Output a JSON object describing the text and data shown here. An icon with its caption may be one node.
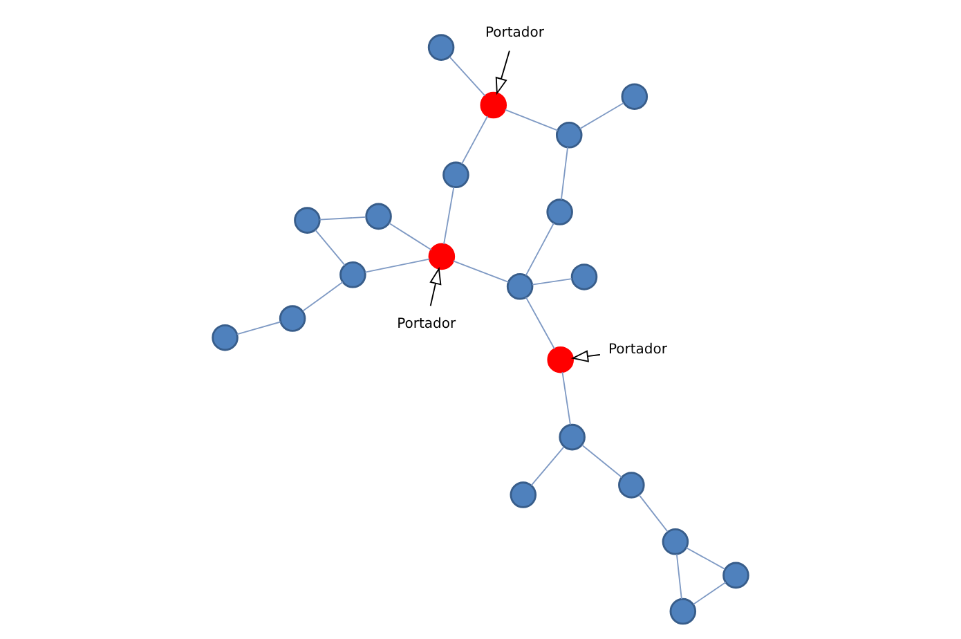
{
  "diagram": {
    "nodes": [
      {
        "text": [],
        "shape": "circle"
      },
      {
        "text": [],
        "shape": "circle"
      },
      {
        "text": [],
        "shape": "circle"
      },
      {
        "text": [],
        "shape": "circle"
      },
      {
        "text": [],
        "shape": "circle"
      },
      {
        "text": [],
        "shape": "circle"
      },
      {
        "text": [],
        "shape": "circle"
      },
      {
        "text": [],
        "shape": "circle"
      },
      {
        "text": [],
        "shape": "circle"
      },
      {
        "text": [],
        "shape": "circle"
      },
      {
        "text": [],
        "shape": "circle"
      },
      {
        "text": [],
        "shape": "circle"
      },
      {
        "text": [
          "Portador"
        ]
      },
      {
        "text": [],
        "shape": "circle"
      },
      {
        "text": [],
        "shape": "circle"
      },
      {
        "text": [],
        "shape": "circle"
      },
      {
        "text": [
          "Portador"
        ]
      },
      {
        "text": [],
        "shape": "circle"
      },
      {
        "text": [],
        "shape": "circle"
      },
      {
        "text": [],
        "shape": "circle"
      },
      {
        "text": [],
        "shape": "circle"
      },
      {
        "text": [],
        "shape": "circle"
      },
      {
        "text": [],
        "shape": "circle"
      },
      {
        "text": [
          "Portador"
        ]
      }
    ],
    "edges": [
      {
        "from": 0,
        "to": 6,
        "arrow": "none"
      },
      {
        "from": 0,
        "to": 11,
        "arrow": "none"
      },
      {
        "from": 1,
        "to": 7,
        "arrow": "none"
      },
      {
        "from": 2,
        "to": 3,
        "arrow": "none"
      },
      {
        "from": 3,
        "to": 8,
        "arrow": "none"
      },
      {
        "from": 3,
        "to": 9,
        "arrow": "none"
      },
      {
        "from": 9,
        "to": 4,
        "arrow": "none"
      },
      {
        "from": 4,
        "to": 5,
        "arrow": "none"
      },
      {
        "from": 4,
        "to": 10,
        "arrow": "none"
      },
      {
        "from": 10,
        "to": 5,
        "arrow": "none"
      },
      {
        "from": 7,
        "to": 8,
        "arrow": "none"
      },
      {
        "from": 7,
        "to": 13,
        "arrow": "none"
      },
      {
        "from": 7,
        "to": 14,
        "arrow": "none"
      },
      {
        "from": 11,
        "to": 13,
        "arrow": "none"
      },
      {
        "from": 11,
        "to": 17,
        "arrow": "none"
      },
      {
        "from": 17,
        "to": 22,
        "arrow": "none"
      },
      {
        "from": 13,
        "to": 22,
        "arrow": "none"
      },
      {
        "from": 13,
        "to": 19,
        "arrow": "none"
      },
      {
        "from": 14,
        "to": 15,
        "arrow": "none"
      },
      {
        "from": 15,
        "to": 18,
        "arrow": "none"
      },
      {
        "from": 15,
        "to": 20,
        "arrow": "none"
      },
      {
        "from": 19,
        "to": 20,
        "arrow": "none"
      },
      {
        "from": 20,
        "to": 21,
        "arrow": "none"
      },
      {
        "from": 12,
        "to": 8,
        "arrow": "to",
        "color": "#000000"
      },
      {
        "from": 16,
        "to": 13,
        "arrow": "to",
        "color": "#000000"
      },
      {
        "from": 23,
        "to": 20,
        "arrow": "to",
        "color": "#000000"
      }
    ]
  }
}
